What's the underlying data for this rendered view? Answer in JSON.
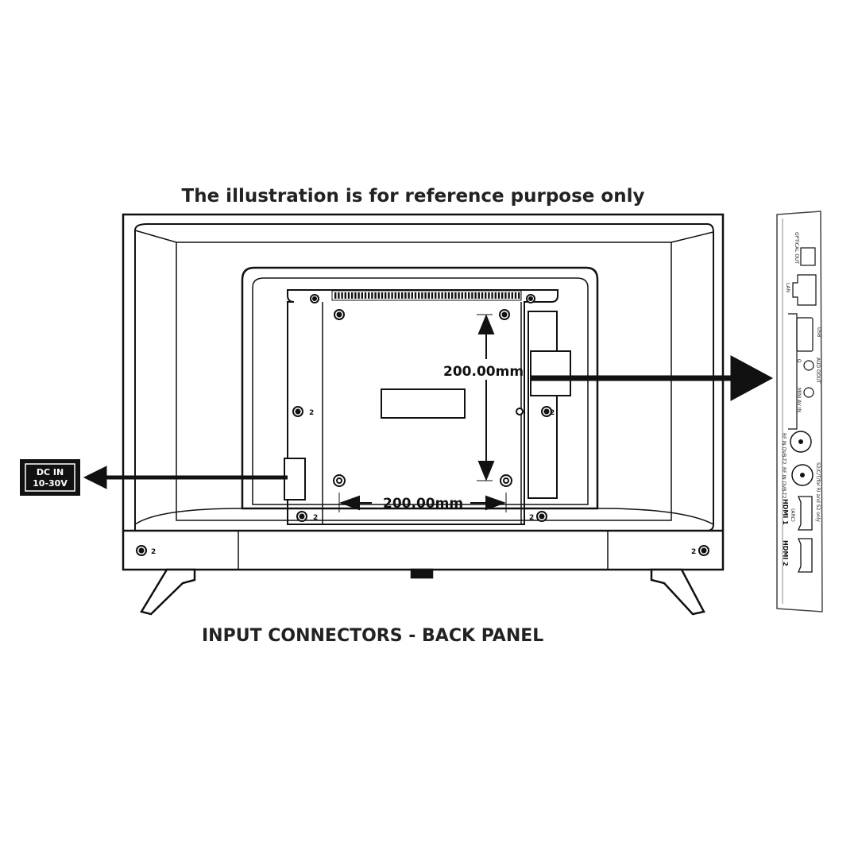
{
  "header": {
    "title": "The illustration is for reference purpose only"
  },
  "footer": {
    "caption": "INPUT CONNECTORS - BACK PANEL"
  },
  "dimensions": {
    "vertical": "200.00mm",
    "horizontal": "200.00mm"
  },
  "dc_label": {
    "line1": "DC IN",
    "line2": "10-30V"
  },
  "side_panel": {
    "ports": {
      "optical": "OPTICAL OUT",
      "lan": "LAN",
      "usb": "USB",
      "headphone": "Ω",
      "audio_out": "AUD OOUT",
      "mini_av": "MINI AV IN",
      "rf_in_dvb_t2_1": "RF IN DVB-T2",
      "rf_in_dvb_t2_2": "RF IN DVB-T2",
      "sat_note": "S2/C/T/for RI and S2 only",
      "hdmi1": "HDMI 1",
      "hdmi1_arc": "(ARC)",
      "hdmi2": "HDMI 2"
    }
  },
  "screw_mark": "2",
  "colors": {
    "line": "#111111",
    "background": "#ffffff"
  }
}
